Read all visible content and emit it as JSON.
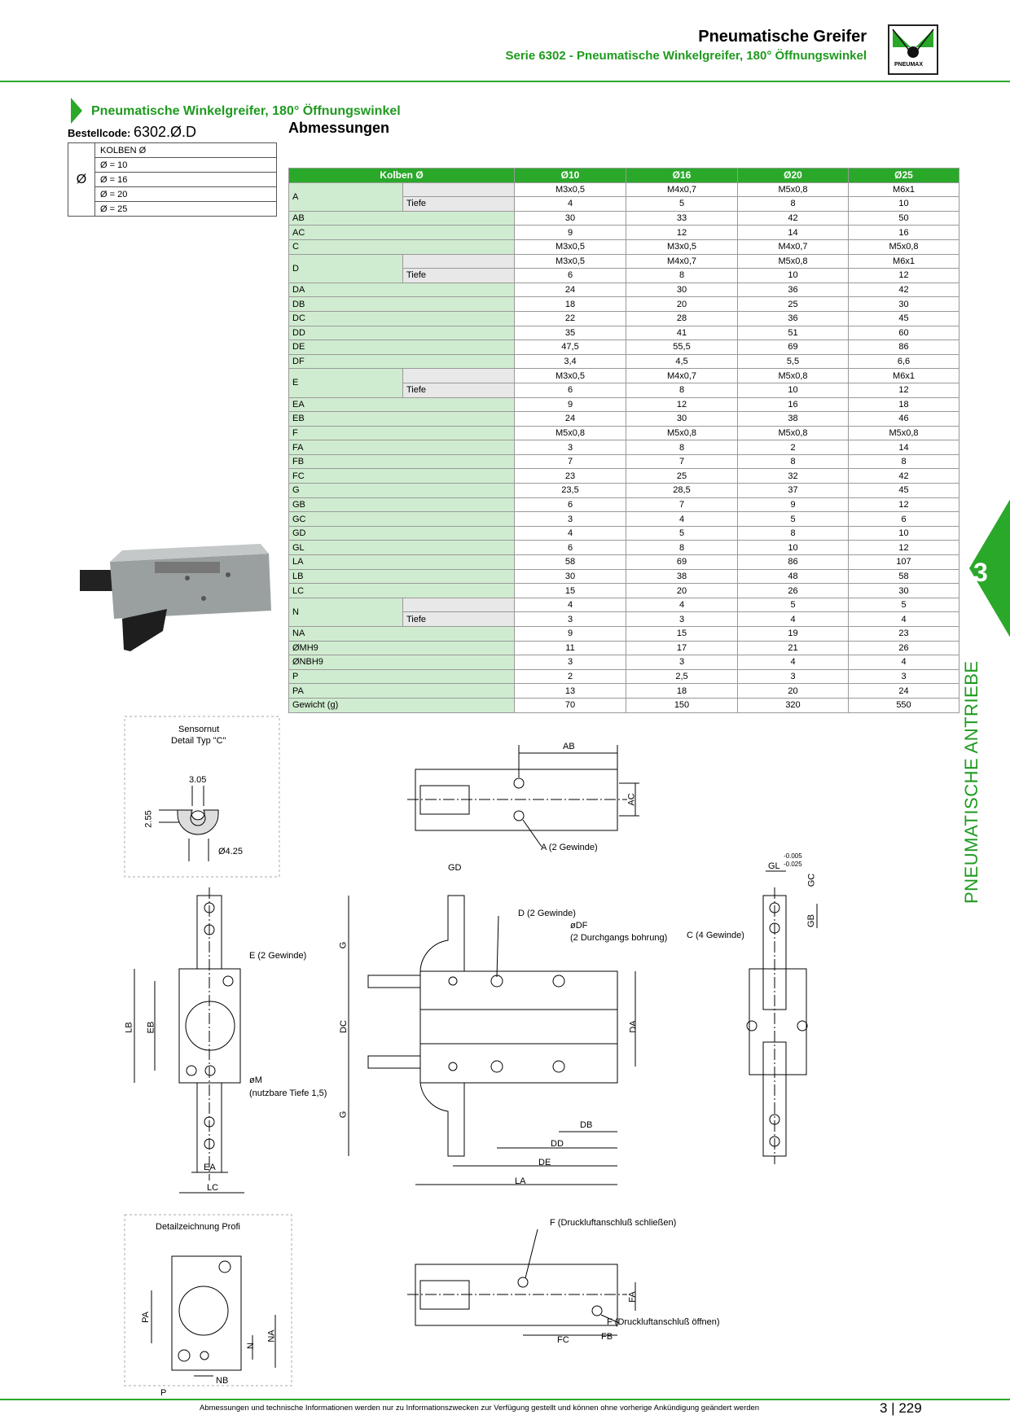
{
  "header": {
    "title": "Pneumatische Greifer",
    "subtitle": "Serie 6302 - Pneumatische Winkelgreifer, 180° Öffnungswinkel",
    "logo_text": "PNEUMAX"
  },
  "section": {
    "title": "Pneumatische Winkelgreifer, 180° Öffnungswinkel",
    "subtitle": "Abmessungen",
    "order_label": "Bestellcode:",
    "order_code": "6302.Ø.D"
  },
  "order_table": {
    "symbol": "Ø",
    "rows": [
      "KOLBEN Ø",
      "Ø = 10",
      "Ø = 16",
      "Ø = 20",
      "Ø = 25"
    ]
  },
  "dim_table": {
    "headers": [
      "Kolben Ø",
      "Ø10",
      "Ø16",
      "Ø20",
      "Ø25"
    ],
    "sub_label": "Tiefe",
    "rows": [
      {
        "k": "A",
        "v": [
          "M3x0,5",
          "M4x0,7",
          "M5x0,8",
          "M6x1"
        ],
        "t": [
          "4",
          "5",
          "8",
          "10"
        ]
      },
      {
        "k": "AB",
        "v": [
          "30",
          "33",
          "42",
          "50"
        ]
      },
      {
        "k": "AC",
        "v": [
          "9",
          "12",
          "14",
          "16"
        ]
      },
      {
        "k": "C",
        "v": [
          "M3x0,5",
          "M3x0,5",
          "M4x0,7",
          "M5x0,8"
        ]
      },
      {
        "k": "D",
        "v": [
          "M3x0,5",
          "M4x0,7",
          "M5x0,8",
          "M6x1"
        ],
        "t": [
          "6",
          "8",
          "10",
          "12"
        ]
      },
      {
        "k": "DA",
        "v": [
          "24",
          "30",
          "36",
          "42"
        ]
      },
      {
        "k": "DB",
        "v": [
          "18",
          "20",
          "25",
          "30"
        ]
      },
      {
        "k": "DC",
        "v": [
          "22",
          "28",
          "36",
          "45"
        ]
      },
      {
        "k": "DD",
        "v": [
          "35",
          "41",
          "51",
          "60"
        ]
      },
      {
        "k": "DE",
        "v": [
          "47,5",
          "55,5",
          "69",
          "86"
        ]
      },
      {
        "k": "DF",
        "v": [
          "3,4",
          "4,5",
          "5,5",
          "6,6"
        ]
      },
      {
        "k": "E",
        "v": [
          "M3x0,5",
          "M4x0,7",
          "M5x0,8",
          "M6x1"
        ],
        "t": [
          "6",
          "8",
          "10",
          "12"
        ]
      },
      {
        "k": "EA",
        "v": [
          "9",
          "12",
          "16",
          "18"
        ]
      },
      {
        "k": "EB",
        "v": [
          "24",
          "30",
          "38",
          "46"
        ]
      },
      {
        "k": "F",
        "v": [
          "M5x0,8",
          "M5x0,8",
          "M5x0,8",
          "M5x0,8"
        ]
      },
      {
        "k": "FA",
        "v": [
          "3",
          "8",
          "2",
          "14"
        ]
      },
      {
        "k": "FB",
        "v": [
          "7",
          "7",
          "8",
          "8"
        ]
      },
      {
        "k": "FC",
        "v": [
          "23",
          "25",
          "32",
          "42"
        ]
      },
      {
        "k": "G",
        "v": [
          "23,5",
          "28,5",
          "37",
          "45"
        ]
      },
      {
        "k": "GB",
        "v": [
          "6",
          "7",
          "9",
          "12"
        ]
      },
      {
        "k": "GC",
        "v": [
          "3",
          "4",
          "5",
          "6"
        ]
      },
      {
        "k": "GD",
        "v": [
          "4",
          "5",
          "8",
          "10"
        ]
      },
      {
        "k": "GL",
        "v": [
          "6",
          "8",
          "10",
          "12"
        ]
      },
      {
        "k": "LA",
        "v": [
          "58",
          "69",
          "86",
          "107"
        ]
      },
      {
        "k": "LB",
        "v": [
          "30",
          "38",
          "48",
          "58"
        ]
      },
      {
        "k": "LC",
        "v": [
          "15",
          "20",
          "26",
          "30"
        ]
      },
      {
        "k": "N",
        "v": [
          "4",
          "4",
          "5",
          "5"
        ],
        "t": [
          "3",
          "3",
          "4",
          "4"
        ]
      },
      {
        "k": "NA",
        "v": [
          "9",
          "15",
          "19",
          "23"
        ]
      },
      {
        "k": "ØMH9",
        "v": [
          "11",
          "17",
          "21",
          "26"
        ]
      },
      {
        "k": "ØNBH9",
        "v": [
          "3",
          "3",
          "4",
          "4"
        ]
      },
      {
        "k": "P",
        "v": [
          "2",
          "2,5",
          "3",
          "3"
        ]
      },
      {
        "k": "PA",
        "v": [
          "13",
          "18",
          "20",
          "24"
        ]
      },
      {
        "k": "Gewicht (g)",
        "v": [
          "70",
          "150",
          "320",
          "550"
        ]
      }
    ]
  },
  "side": {
    "number": "3",
    "text": "PNEUMATISCHE ANTRIEBE"
  },
  "drawings": {
    "sensor_title1": "Sensornut",
    "sensor_title2": "Detail Typ \"C\"",
    "d305": "3.05",
    "d255": "2.55",
    "d425": "Ø4.25",
    "AB": "AB",
    "AC": "AC",
    "A2": "A (2 Gewinde)",
    "GD": "GD",
    "GL": "GL",
    "GL_tol1": "-0.005",
    "GL_tol2": "-0.025",
    "GC": "GC",
    "GB": "GB",
    "D2": "D (2 Gewinde)",
    "oDF": "øDF",
    "bore": "(2 Durchgangs bohrung)",
    "C4": "C (4 Gewinde)",
    "E2": "E (2 Gewinde)",
    "LB": "LB",
    "EB": "EB",
    "oM": "øM",
    "oM2": "(nutzbare Tiefe 1,5)",
    "EA": "EA",
    "LC": "LC",
    "G": "G",
    "DC": "DC",
    "DA": "DA",
    "DB": "DB",
    "DD": "DD",
    "DE": "DE",
    "LA": "LA",
    "profi": "Detailzeichnung Profi",
    "PA": "PA",
    "N": "N",
    "NA": "NA",
    "NB": "NB",
    "P": "P",
    "F_close": "F (Druckluftanschluß schließen)",
    "F_open": "F (Druckluftanschluß öffnen)",
    "FA": "FA",
    "FC": "FC",
    "FB": "FB"
  },
  "footer": {
    "text": "Abmessungen und technische Informationen werden nur zu Informationszwecken zur Verfügung gestellt und können ohne vorherige Ankündigung geändert werden",
    "page": "3 | 229"
  }
}
